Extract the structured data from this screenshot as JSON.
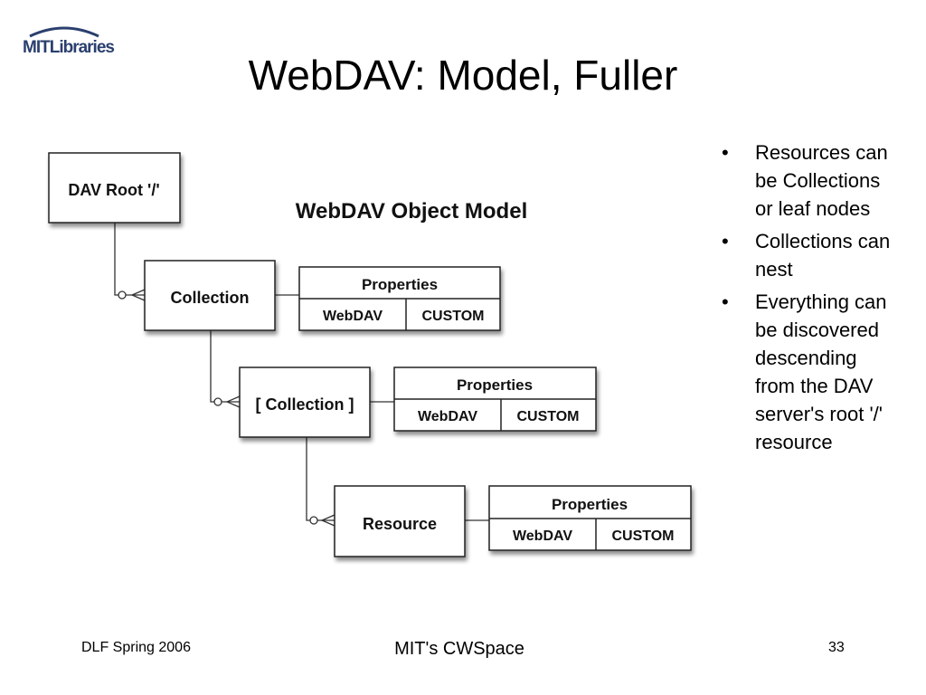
{
  "logo": {
    "text": "MITLibraries"
  },
  "title": "WebDAV: Model, Fuller",
  "diagram": {
    "title": "WebDAV Object Model",
    "root": "DAV Root '/'",
    "nodes": [
      {
        "label": "Collection",
        "properties": {
          "header": "Properties",
          "cells": [
            "WebDAV",
            "CUSTOM"
          ]
        }
      },
      {
        "label": "[ Collection ]",
        "properties": {
          "header": "Properties",
          "cells": [
            "WebDAV",
            "CUSTOM"
          ]
        }
      },
      {
        "label": "Resource",
        "properties": {
          "header": "Properties",
          "cells": [
            "WebDAV",
            "CUSTOM"
          ]
        }
      }
    ]
  },
  "bullets": [
    "Resources can be Collections or leaf nodes",
    "Collections can nest",
    "Everything can be discovered descending from the DAV server's root '/' resource"
  ],
  "footer": {
    "left": "DLF Spring 2006",
    "center": "MIT's CWSpace",
    "right": "33"
  }
}
